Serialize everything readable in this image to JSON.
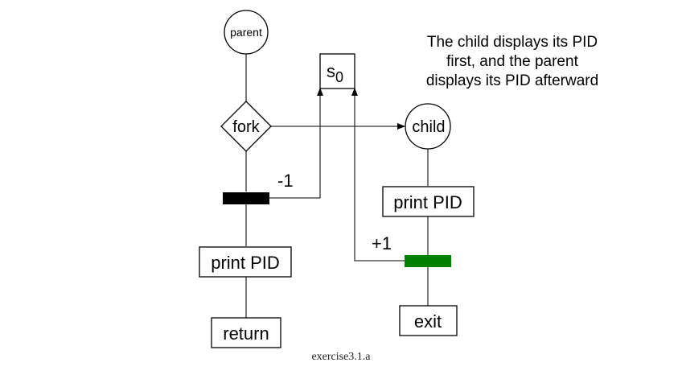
{
  "diagram": {
    "nodes": {
      "parent": {
        "label": "parent",
        "shape": "circle"
      },
      "fork": {
        "label": "fork",
        "shape": "diamond"
      },
      "semaphore": {
        "label": "s",
        "subscript": "0",
        "shape": "box"
      },
      "child": {
        "label": "child",
        "shape": "circle"
      },
      "parent_bar": {
        "label": "",
        "shape": "bar",
        "color": "#000000"
      },
      "parent_print": {
        "label": "print PID",
        "shape": "box"
      },
      "parent_return": {
        "label": "return",
        "shape": "box"
      },
      "child_print": {
        "label": "print PID",
        "shape": "box"
      },
      "child_bar": {
        "label": "",
        "shape": "bar",
        "color": "#008000"
      },
      "child_exit": {
        "label": "exit",
        "shape": "box"
      }
    },
    "edges": [
      {
        "from": "parent",
        "to": "fork"
      },
      {
        "from": "fork",
        "to": "child",
        "arrow": true
      },
      {
        "from": "fork",
        "to": "parent_bar"
      },
      {
        "from": "parent_bar",
        "to": "semaphore",
        "label": "-1",
        "arrow": true
      },
      {
        "from": "parent_bar",
        "to": "parent_print"
      },
      {
        "from": "parent_print",
        "to": "parent_return"
      },
      {
        "from": "child",
        "to": "child_print"
      },
      {
        "from": "child_print",
        "to": "child_bar"
      },
      {
        "from": "child_bar",
        "to": "semaphore",
        "label": "+1",
        "arrow": true
      },
      {
        "from": "child_bar",
        "to": "child_exit"
      }
    ],
    "edge_labels": {
      "minus_one": "-1",
      "plus_one": "+1"
    },
    "note": [
      "The child displays its PID",
      "first, and the parent",
      "displays its PID afterward"
    ],
    "caption": "exercise3.1.a"
  }
}
